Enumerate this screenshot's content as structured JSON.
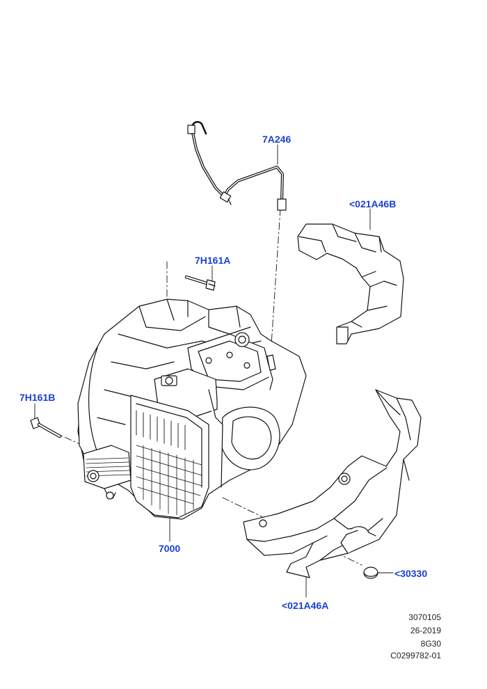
{
  "callouts": {
    "pipe": "7A246",
    "shield_upper": "<021A46B",
    "bolt_upper": "7H161A",
    "bolt_left": "7H161B",
    "transmission": "7000",
    "plug": "<30330",
    "shield_lower": "<021A46A"
  },
  "meta": [
    "3070105",
    "26-2019",
    "8G30",
    "C0299782-01"
  ],
  "colors": {
    "callout": "#1a3fd1",
    "line": "#111111"
  }
}
